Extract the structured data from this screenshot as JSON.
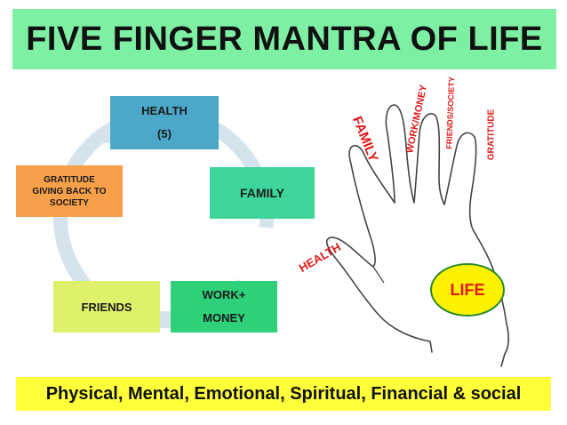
{
  "title": "FIVE FINGER MANTRA OF LIFE",
  "cycle": {
    "health": {
      "line1": "HEALTH",
      "line2": "(5)"
    },
    "family": "FAMILY",
    "work": {
      "line1": "WORK+",
      "line2": "MONEY"
    },
    "friends": "FRIENDS",
    "gratitude": {
      "line1": "GRATITUDE",
      "line2": "GIVING BACK TO",
      "line3": "SOCIETY"
    }
  },
  "hand": {
    "family": "FAMILY",
    "work_money": "WORK/MONEY",
    "friends_society": "FRIENDS/SOCIETY",
    "gratitude": "GRATITUDE",
    "health": "HEALTH",
    "life": "LIFE"
  },
  "footer": "Physical, Mental, Emotional, Spiritual, Financial & social",
  "colors": {
    "title_bg": "#7df0a4",
    "footer_bg": "#ffff3a",
    "health_box": "#4ba8c8",
    "family_box": "#3ed59a",
    "work_box": "#2ed07a",
    "friends_box": "#dff06a",
    "gratitude_box": "#f7a04a",
    "arrow": "#d5e4ec",
    "hand_label": "#e01818",
    "life_fill": "#fff200"
  }
}
